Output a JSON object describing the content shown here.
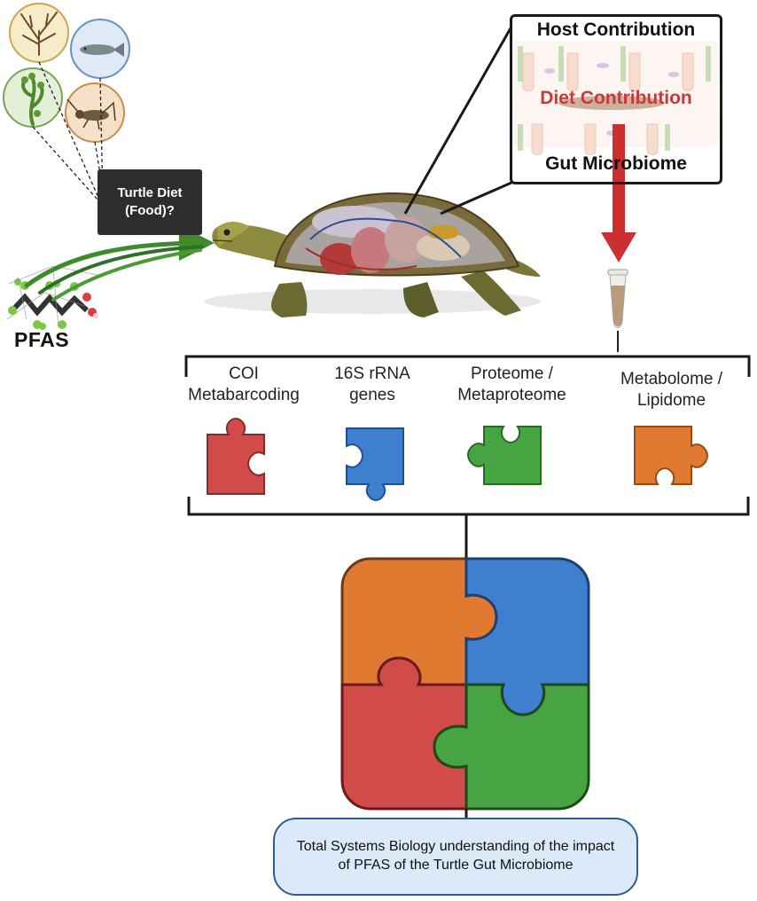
{
  "diet_question": "Turtle Diet\n(Food)?",
  "pfas_label": "PFAS",
  "callout": {
    "host": "Host Contribution",
    "diet": "Diet Contribution",
    "gut": "Gut Microbiome"
  },
  "omics": [
    {
      "label": "COI\nMetabarcoding",
      "color": "#d24b4b"
    },
    {
      "label": "16S rRNA\ngenes",
      "color": "#3f7fd0"
    },
    {
      "label": "Proteome /\nMetaproteome",
      "color": "#47a443"
    },
    {
      "label": "Metabolome /\nLipidome",
      "color": "#e07a30"
    }
  ],
  "summary": "Total Systems Biology understanding of the impact of PFAS of the Turtle Gut Microbiome",
  "colors": {
    "red": "#d24b4b",
    "blue": "#3f7fd0",
    "green": "#47a443",
    "orange": "#e07a30",
    "arrow_red": "#cc2f2f",
    "arrow_green": "#3f8a2b",
    "diet_text": "#c9383a"
  },
  "icons": [
    "plant-icon",
    "fish-icon",
    "algae-icon",
    "cricket-icon",
    "turtle-illustration",
    "pfas-molecule-icon",
    "sample-tube-icon",
    "puzzle-icon"
  ]
}
